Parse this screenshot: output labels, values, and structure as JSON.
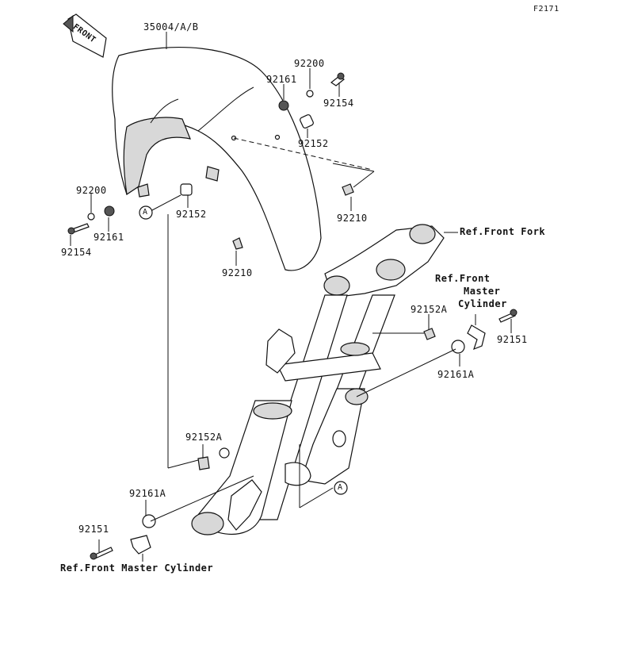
{
  "diagram": {
    "figure_code": "F2171",
    "front_tag": "FRONT",
    "ref_point": "A",
    "labels": {
      "fender": "35004/A/B",
      "grommet_top": "92200",
      "nut_top": "92161",
      "bolt_top": "92154",
      "collar_top": "92152",
      "clip_right": "92210",
      "grommet_left": "92200",
      "nut_left": "92161",
      "bolt_left": "92154",
      "collar_left": "92152",
      "clip_low": "92210",
      "ref_fork": "Ref.Front Fork",
      "ref_mc_right_1": "Ref.Front",
      "ref_mc_right_2": "Master",
      "ref_mc_right_3": "Cylinder",
      "collar_a_right": "92152A",
      "bolt_right": "92151",
      "nut_a_right": "92161A",
      "collar_a_left": "92152A",
      "nut_a_left": "92161A",
      "bolt_left_low": "92151",
      "ref_mc_left": "Ref.Front Master Cylinder"
    }
  }
}
